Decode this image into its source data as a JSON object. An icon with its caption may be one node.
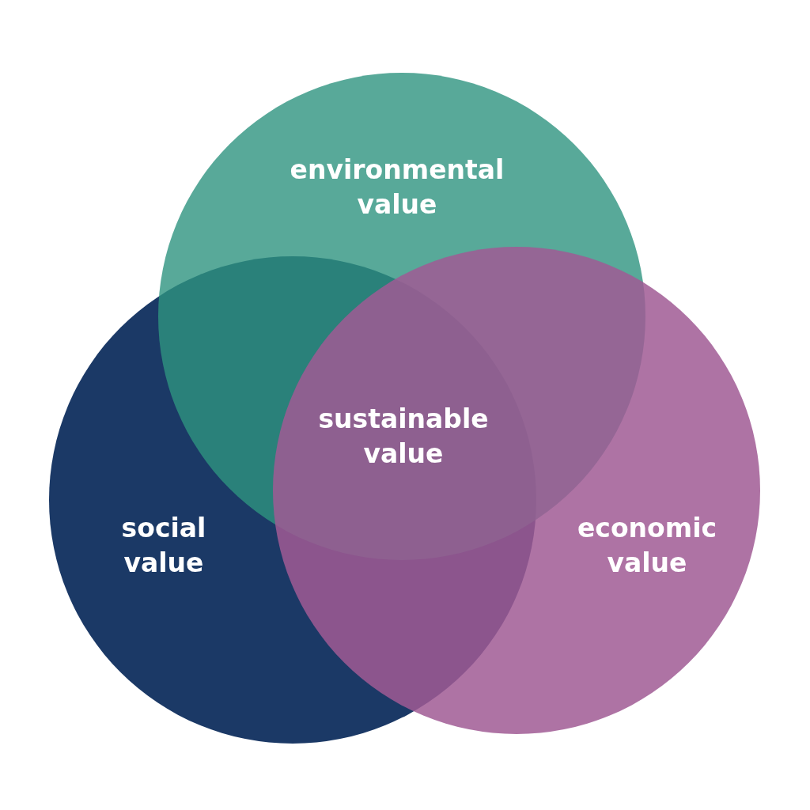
{
  "diagram": {
    "nodes": [
      {
        "text": [
          "environmental value"
        ]
      },
      {
        "text": [
          "social value"
        ]
      },
      {
        "text": [
          "economic value"
        ]
      }
    ],
    "labels": [
      "sustainable value"
    ]
  }
}
